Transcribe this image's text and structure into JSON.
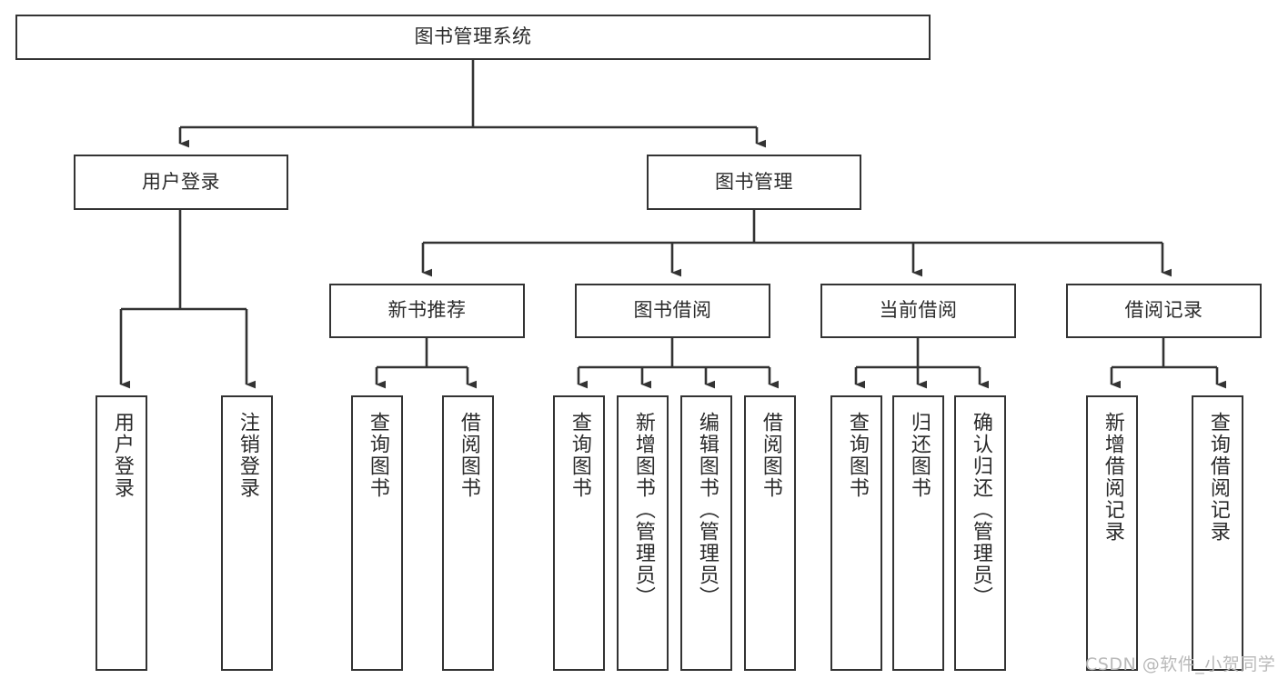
{
  "diagram": {
    "type": "tree",
    "title": "图书管理系统",
    "orientation": "top-down",
    "colors": {
      "box_border": "#333333",
      "box_fill": "#ffffff",
      "text": "#2b2b2b",
      "edge": "#333333",
      "watermark": "#b9b9b9",
      "background": "#ffffff"
    },
    "nodes": {
      "root": {
        "label": "图书管理系统"
      },
      "level2": [
        {
          "label": "用户登录"
        },
        {
          "label": "图书管理"
        }
      ],
      "level3": [
        {
          "label": "新书推荐"
        },
        {
          "label": "图书借阅"
        },
        {
          "label": "当前借阅"
        },
        {
          "label": "借阅记录"
        }
      ],
      "leaves": {
        "user_login": [
          {
            "label": "用户登录"
          },
          {
            "label": "注销登录"
          }
        ],
        "new_book_recommend": [
          {
            "label": "查询图书"
          },
          {
            "label": "借阅图书"
          }
        ],
        "book_borrow": [
          {
            "label": "查询图书"
          },
          {
            "label": "新增图书（管理员）"
          },
          {
            "label": "编辑图书（管理员）"
          },
          {
            "label": "借阅图书"
          }
        ],
        "current_borrow": [
          {
            "label": "查询图书"
          },
          {
            "label": "归还图书"
          },
          {
            "label": "确认归还（管理员）"
          }
        ],
        "borrow_record": [
          {
            "label": "新增借阅记录"
          },
          {
            "label": "查询借阅记录"
          }
        ]
      }
    }
  },
  "watermark": {
    "text": "CSDN @软件_小贺同学"
  }
}
